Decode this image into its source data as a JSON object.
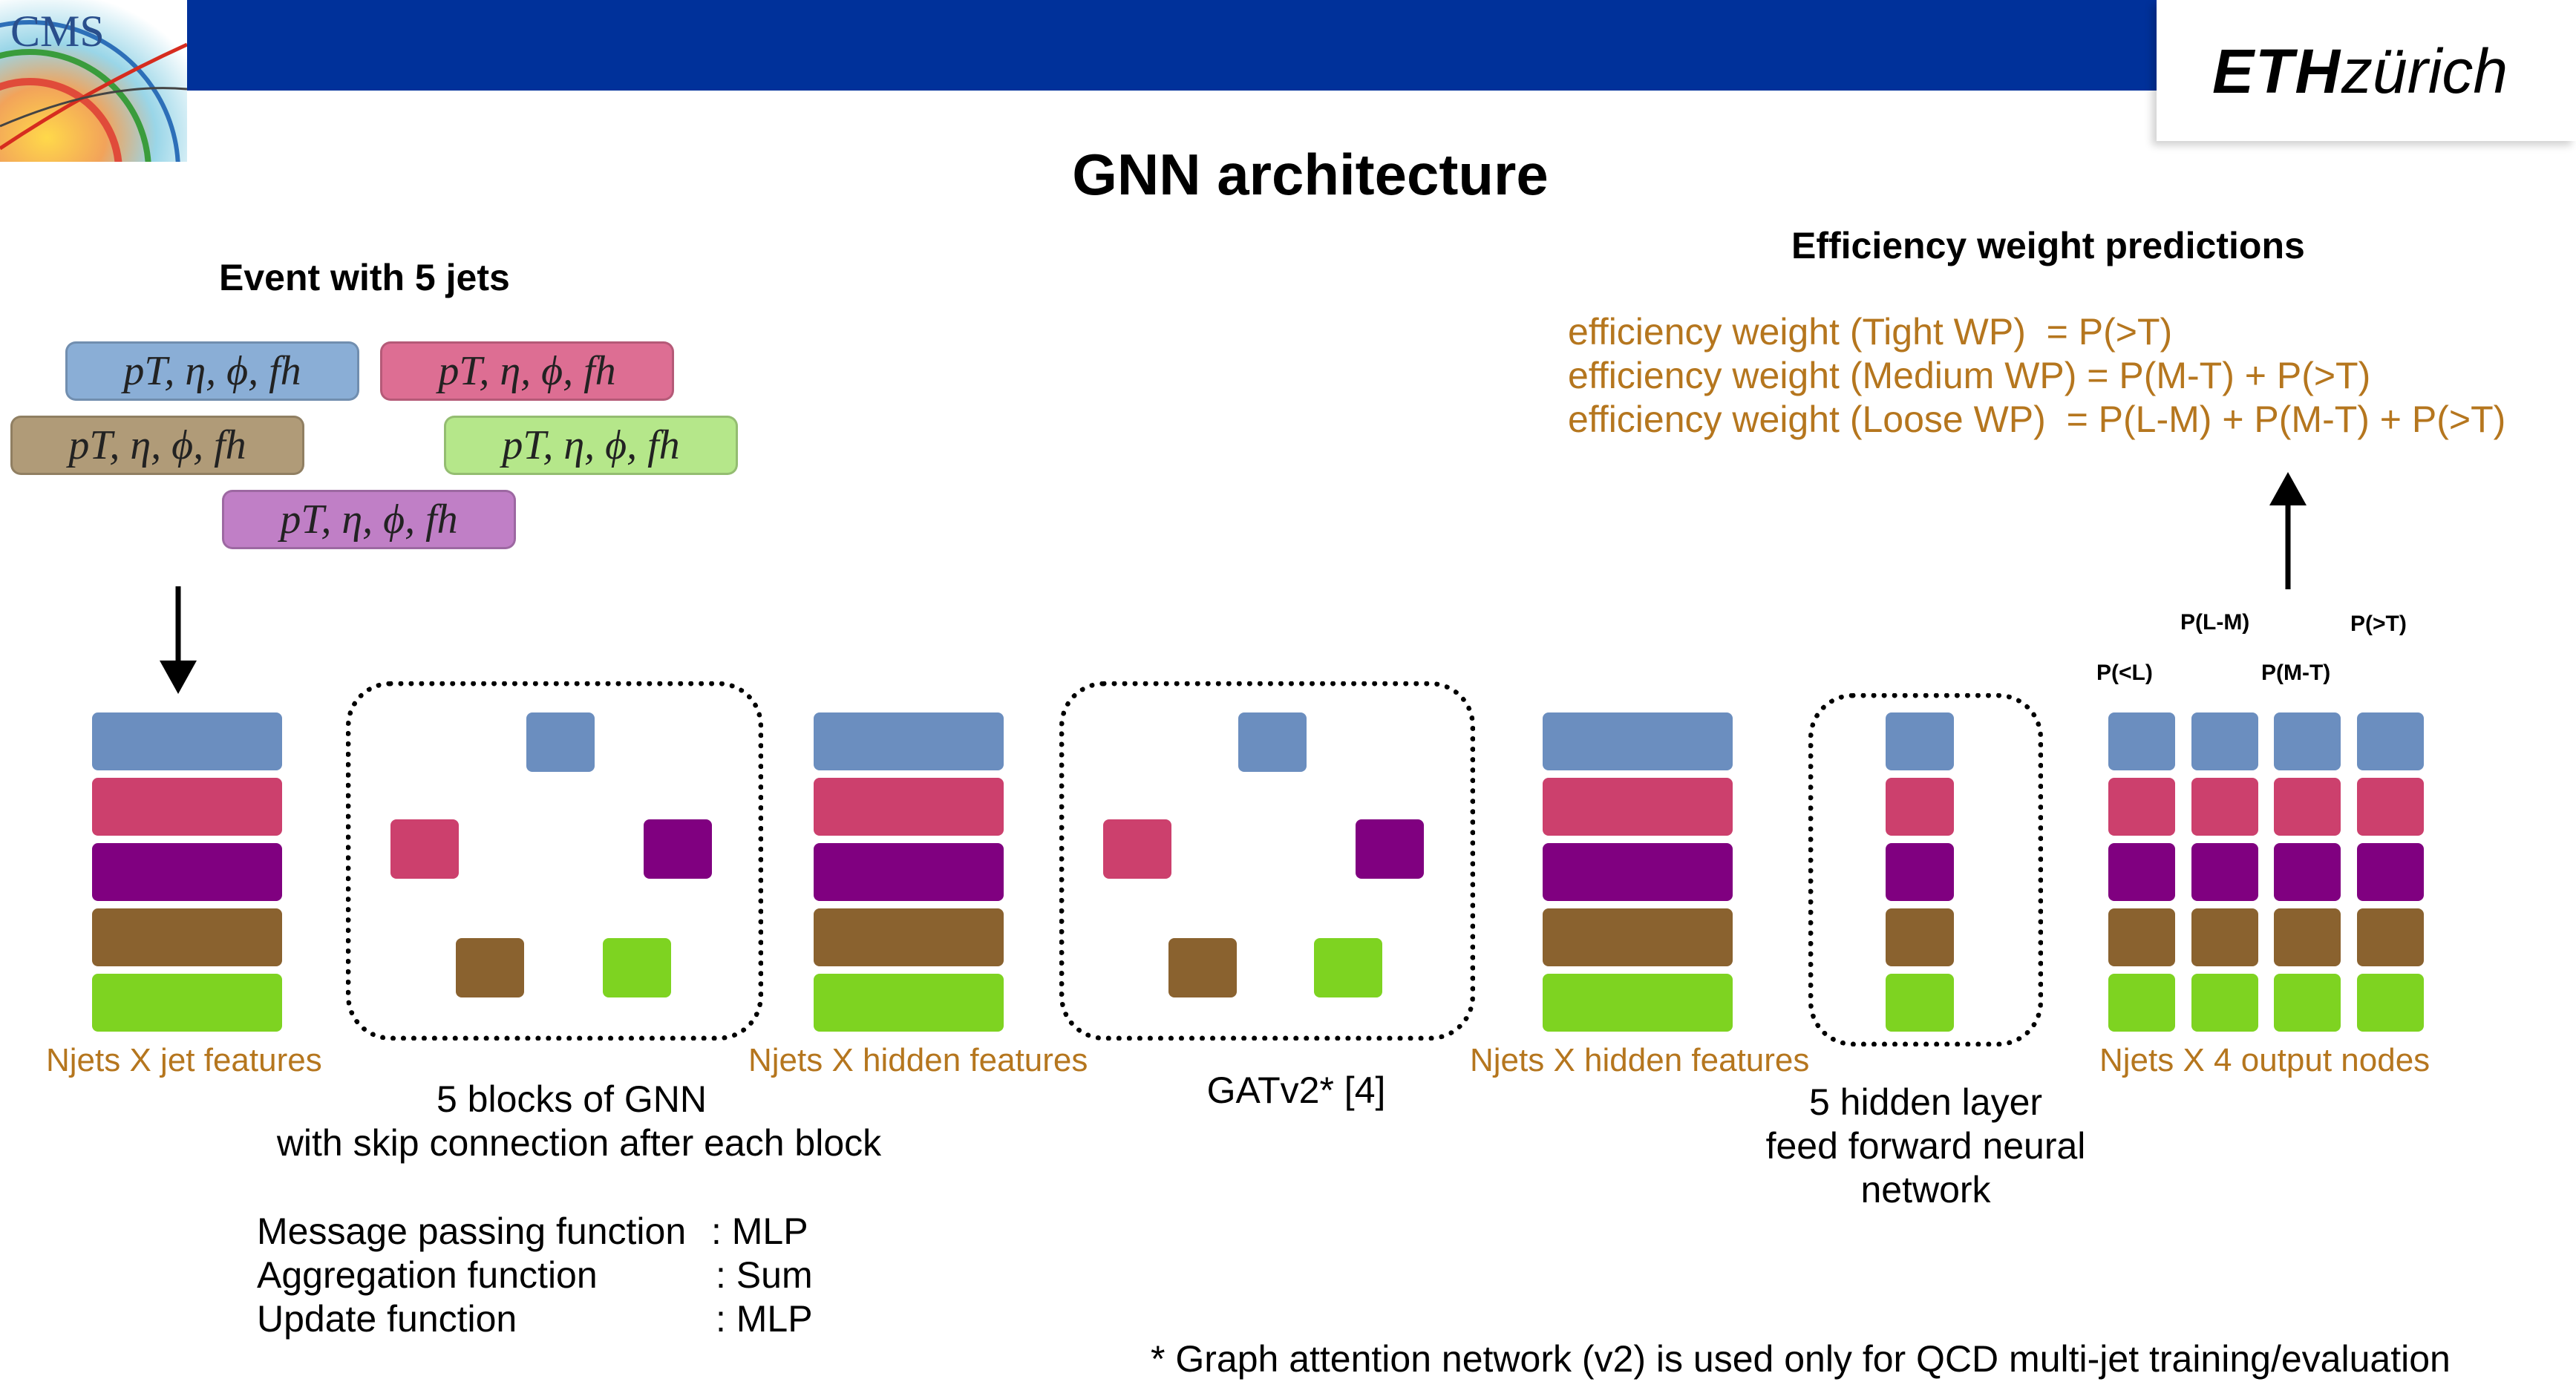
{
  "header": {
    "cms_logo_text": "CMS",
    "eth_logo": {
      "bold": "ETH",
      "rest": "zürich"
    },
    "accent_blue": "#00319a"
  },
  "title": "GNN architecture",
  "event": {
    "heading": "Event with 5 jets",
    "features": [
      "pT, η, ϕ, fh",
      "pT, η, ϕ, fh",
      "pT, η, ϕ, fh",
      "pT, η, ϕ, fh",
      "pT, η, ϕ, fh"
    ]
  },
  "efficiency": {
    "heading": "Efficiency weight predictions",
    "lines": [
      "efficiency weight (Tight WP)  = P(>T)",
      "efficiency weight (Medium WP) = P(M-T) + P(>T)",
      "efficiency weight (Loose WP)  = P(L-M) + P(M-T) + P(>T)"
    ]
  },
  "colors": {
    "blue": "#6b8ebf",
    "pink": "#cc406d",
    "purple": "#800080",
    "brown": "#8a622f",
    "green": "#7ed321",
    "label_orange": "#b5761e"
  },
  "labels": {
    "jet_features": "Njets X jet features",
    "hidden_features_1": "Njets X hidden features",
    "hidden_features_2": "Njets X hidden features",
    "output_nodes": "Njets X 4 output nodes"
  },
  "gnn_block": {
    "line1": "5 blocks of GNN",
    "line2": "with skip connection after each block"
  },
  "gatv2": "GATv2* [4]",
  "ffnn": {
    "line1": "5 hidden layer",
    "line2": "feed forward neural",
    "line3": "network"
  },
  "functions": [
    {
      "name": "Message passing function",
      "value": ": MLP"
    },
    {
      "name": "Aggregation function",
      "value": ": Sum"
    },
    {
      "name": "Update function",
      "value": ": MLP"
    }
  ],
  "output_probs": [
    "P(<L)",
    "P(L-M)",
    "P(M-T)",
    "P(>T)"
  ],
  "footnote": "* Graph attention network (v2) is used only for QCD multi-jet training/evaluation"
}
